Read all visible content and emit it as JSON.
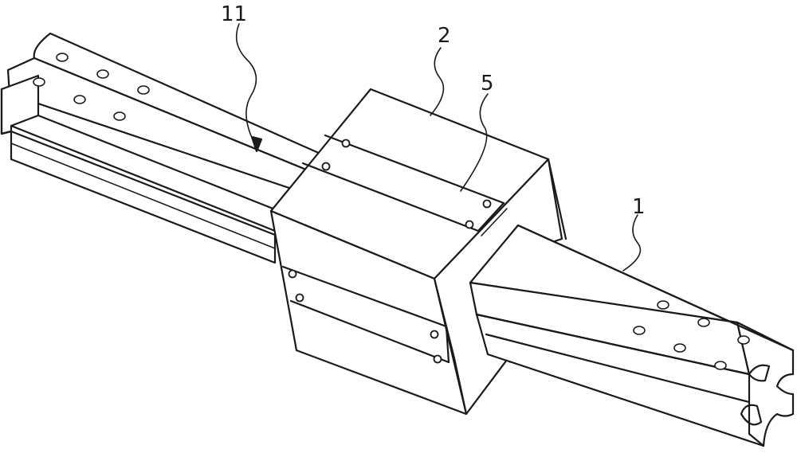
{
  "figure": {
    "callouts": [
      {
        "id": "rail-groove",
        "label": "11"
      },
      {
        "id": "slider-block",
        "label": "2"
      },
      {
        "id": "cover-plate",
        "label": "5"
      },
      {
        "id": "rail",
        "label": "1"
      }
    ]
  }
}
